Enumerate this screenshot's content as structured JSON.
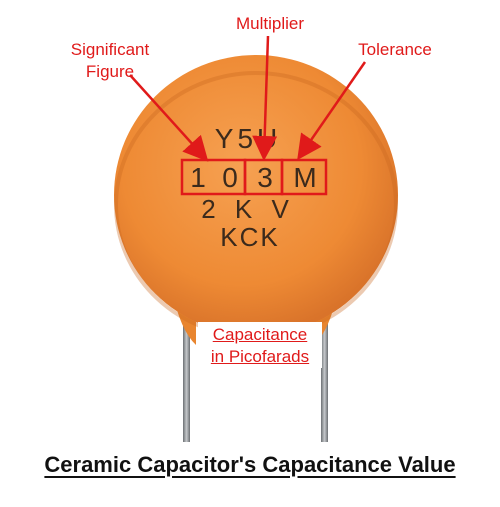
{
  "labels": {
    "significant_figure_line1": "Significant",
    "significant_figure_line2": "Figure",
    "multiplier": "Multiplier",
    "tolerance": "Tolerance",
    "capacitance_line1": "Capacitance",
    "capacitance_line2": "in Picofarads"
  },
  "markings": {
    "row1": "Y5U",
    "digit1": "1",
    "digit2": "0",
    "digit3": "3",
    "tolerance_code": "M",
    "row3": "2 K V",
    "row4": "KCK"
  },
  "caption": "Ceramic Capacitor's Capacitance Value",
  "colors": {
    "annotation": "#e01a1a",
    "body": "#f08a35",
    "lead": "#8f9296"
  }
}
